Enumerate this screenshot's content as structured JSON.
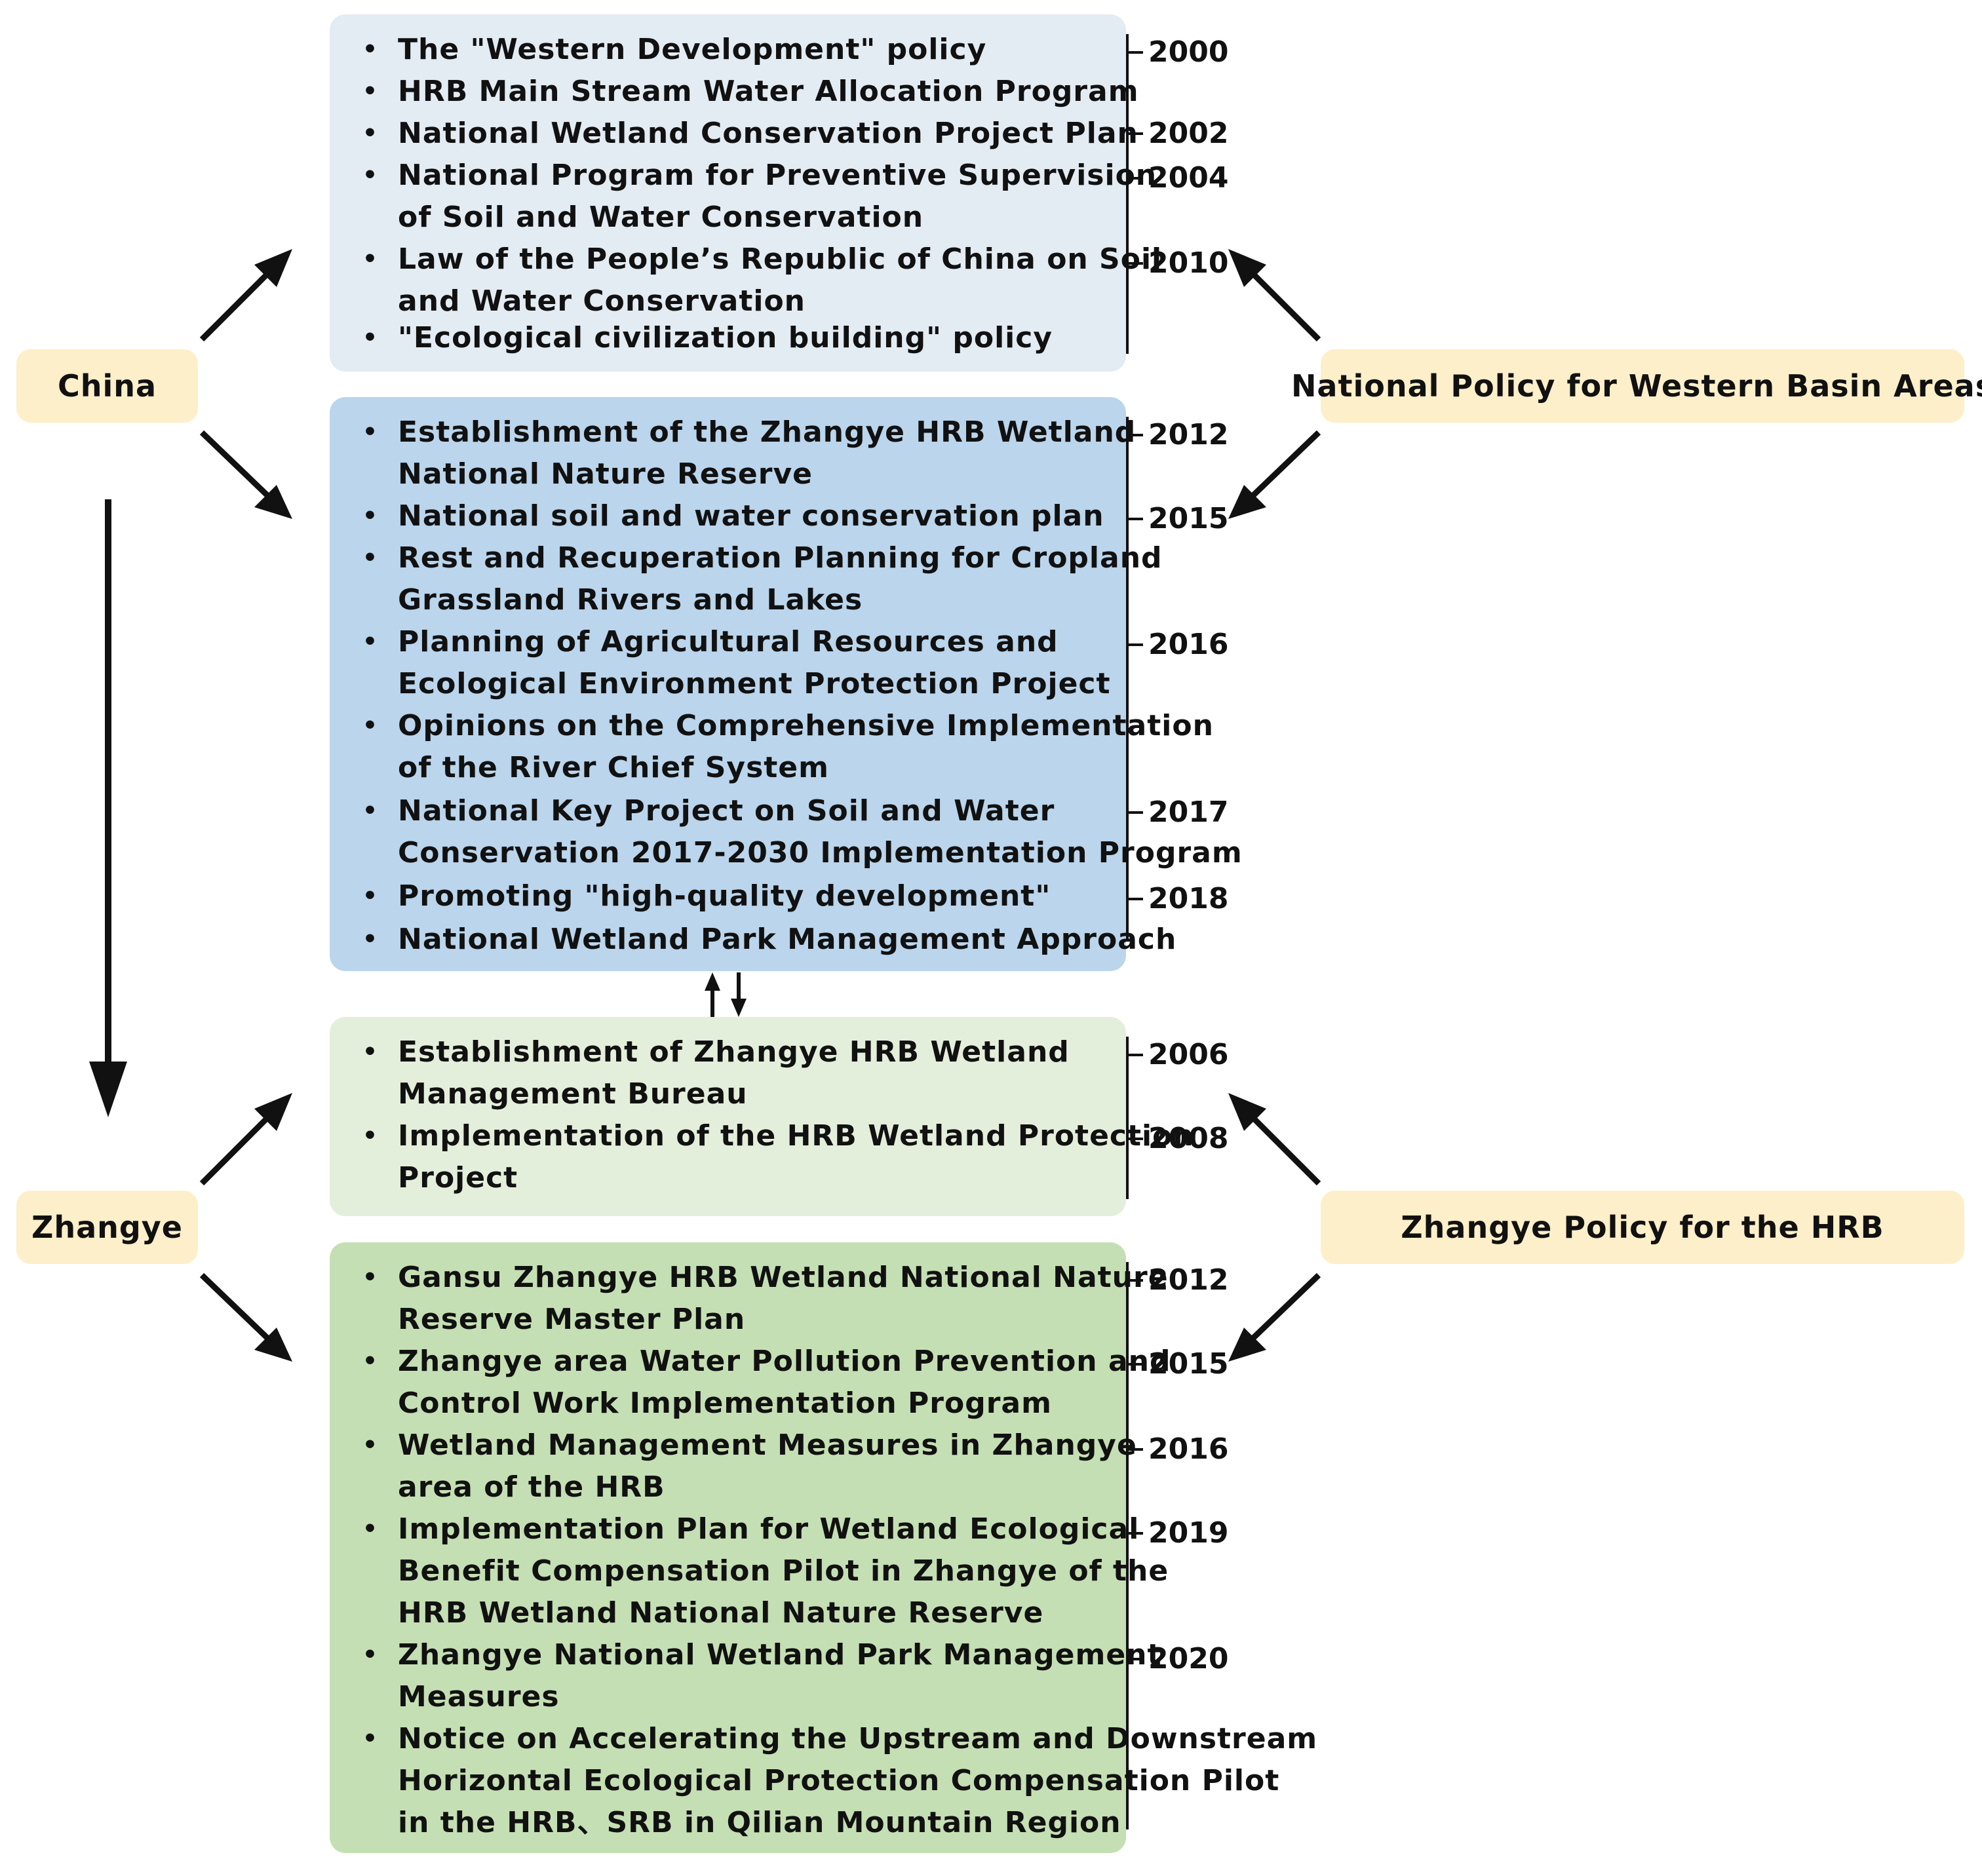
{
  "labels": {
    "china": "China",
    "zhangye": "Zhangye",
    "national": "National Policy for Western Basin Areas",
    "zhangye_policy": "Zhangye Policy for the HRB"
  },
  "box1": {
    "items": [
      [
        "The \"Western Development\" policy"
      ],
      [
        "HRB Main Stream Water Allocation Program"
      ],
      [
        "National Wetland Conservation Project Plan"
      ],
      [
        "National Program for Preventive Supervision",
        "of Soil and Water Conservation"
      ],
      [
        "Law of the People’s Republic of China on Soil",
        "and Water Conservation"
      ],
      [
        "\"Ecological civilization building\" policy"
      ]
    ],
    "years": [
      "2000",
      "2002",
      "2004",
      "2010"
    ]
  },
  "box2": {
    "items": [
      [
        "Establishment of the Zhangye HRB Wetland",
        "National Nature Reserve"
      ],
      [
        "National soil and water conservation plan"
      ],
      [
        "Rest and Recuperation Planning for Cropland",
        "Grassland Rivers and Lakes"
      ],
      [
        "Planning of Agricultural Resources and",
        "Ecological Environment Protection Project"
      ],
      [
        "Opinions on the Comprehensive Implementation",
        "of the River Chief System"
      ],
      [
        "National Key Project on Soil and Water",
        "Conservation 2017-2030 Implementation Program"
      ],
      [
        "Promoting \"high-quality development\""
      ],
      [
        "National Wetland Park Management Approach"
      ]
    ],
    "years": [
      "2012",
      "2015",
      "2016",
      "2017",
      "2018"
    ]
  },
  "box3": {
    "items": [
      [
        "Establishment of Zhangye HRB Wetland",
        "Management Bureau"
      ],
      [
        "Implementation of the HRB Wetland Protection",
        "Project"
      ]
    ],
    "years": [
      "2006",
      "2008"
    ]
  },
  "box4": {
    "items": [
      [
        "Gansu Zhangye HRB Wetland National Nature",
        "Reserve Master Plan"
      ],
      [
        "Zhangye area Water Pollution Prevention and",
        "Control Work Implementation Program"
      ],
      [
        "Wetland Management Measures in Zhangye",
        "area of the HRB"
      ],
      [
        "Implementation Plan for Wetland Ecological",
        "Benefit Compensation Pilot in Zhangye of the",
        "HRB Wetland National Nature Reserve"
      ],
      [
        "Zhangye National Wetland Park Management",
        "Measures"
      ],
      [
        "Notice on Accelerating the Upstream and Downstream",
        "Horizontal Ecological Protection Compensation Pilot",
        "in the HRB、SRB in Qilian Mountain Region"
      ]
    ],
    "years": [
      "2012",
      "2015",
      "2016",
      "2019",
      "2020"
    ]
  },
  "colors": {
    "box1": "#e3ebf3",
    "box2": "#bad5ec",
    "box3": "#e4efdb",
    "box4": "#c5dfb4",
    "label": "#fdefc9",
    "arrow": "#111111"
  }
}
